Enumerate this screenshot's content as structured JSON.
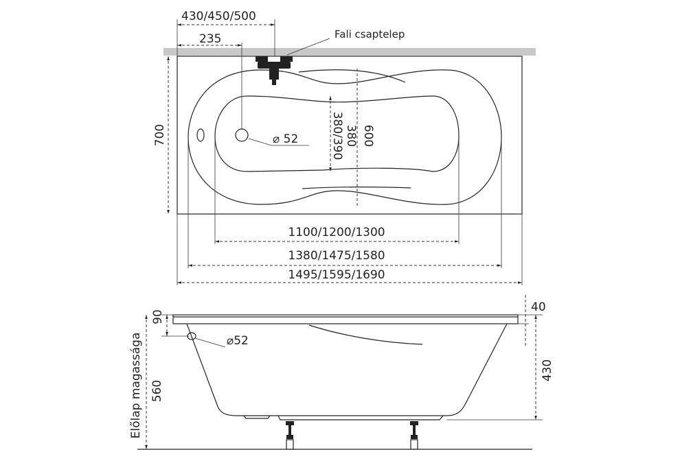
{
  "top_view": {
    "dim_tap_distance": "430/450/500",
    "dim_drain_offset": "235",
    "tap_label": "Fali csaptelep",
    "dim_width_total": "700",
    "drain_diameter": "⌀ 52",
    "dim_inner_width": "380/390",
    "dim_inner_width_alt": "380",
    "dim_outer_width": "600",
    "dim_inner_length": "1100/1200/1300",
    "dim_outer_length": "1380/1475/1580",
    "dim_total_length": "1495/1595/1690"
  },
  "side_view": {
    "dim_drain_height": "90",
    "dim_rim_thickness": "40",
    "drain_diameter": "⌀52",
    "front_panel_label": "Előlap magassága",
    "dim_front_panel": "560",
    "dim_depth": "430"
  },
  "colors": {
    "wall": "#c8c8c8",
    "line": "#222222"
  }
}
